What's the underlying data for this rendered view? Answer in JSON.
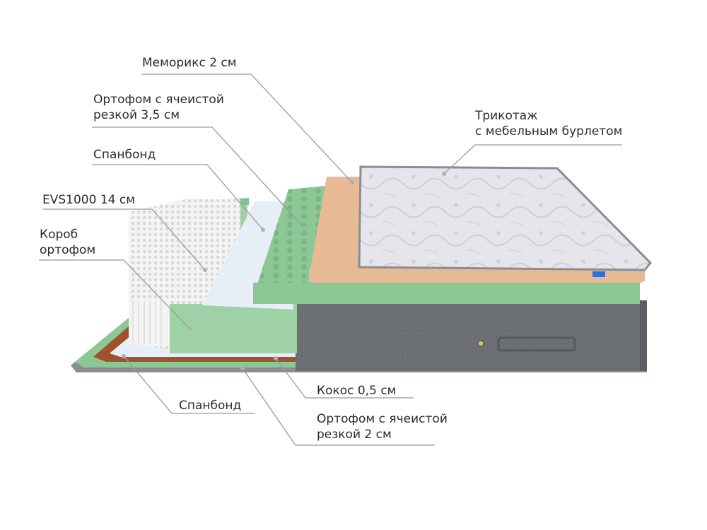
{
  "labels": {
    "memorix": "Меморикс 2 см",
    "ortofom_top_line1": "Ортофом с ячеистой",
    "ortofom_top_line2": "резкой 3,5 см",
    "spanbond_top": "Спанбонд",
    "evs": "EVS1000 14 см",
    "korob_line1": "Короб",
    "korob_line2": "ортофом",
    "trikotazh_line1": "Трикотаж",
    "trikotazh_line2": "с мебельным бурлетом",
    "spanbond_bottom": "Спанбонд",
    "kokos": "Кокос 0,5 см",
    "ortofom_bottom_line1": "Ортофом с ячеистой",
    "ortofom_bottom_line2": "резкой 2 см"
  },
  "colors": {
    "cover": "#e6e8ee",
    "memory_foam": "#e7b995",
    "green_foam": "#8cc796",
    "base_fabric": "#6e7277",
    "springs": "#f1f1f1",
    "coconut": "#a0522d",
    "leader_line": "#9a9a9a"
  }
}
